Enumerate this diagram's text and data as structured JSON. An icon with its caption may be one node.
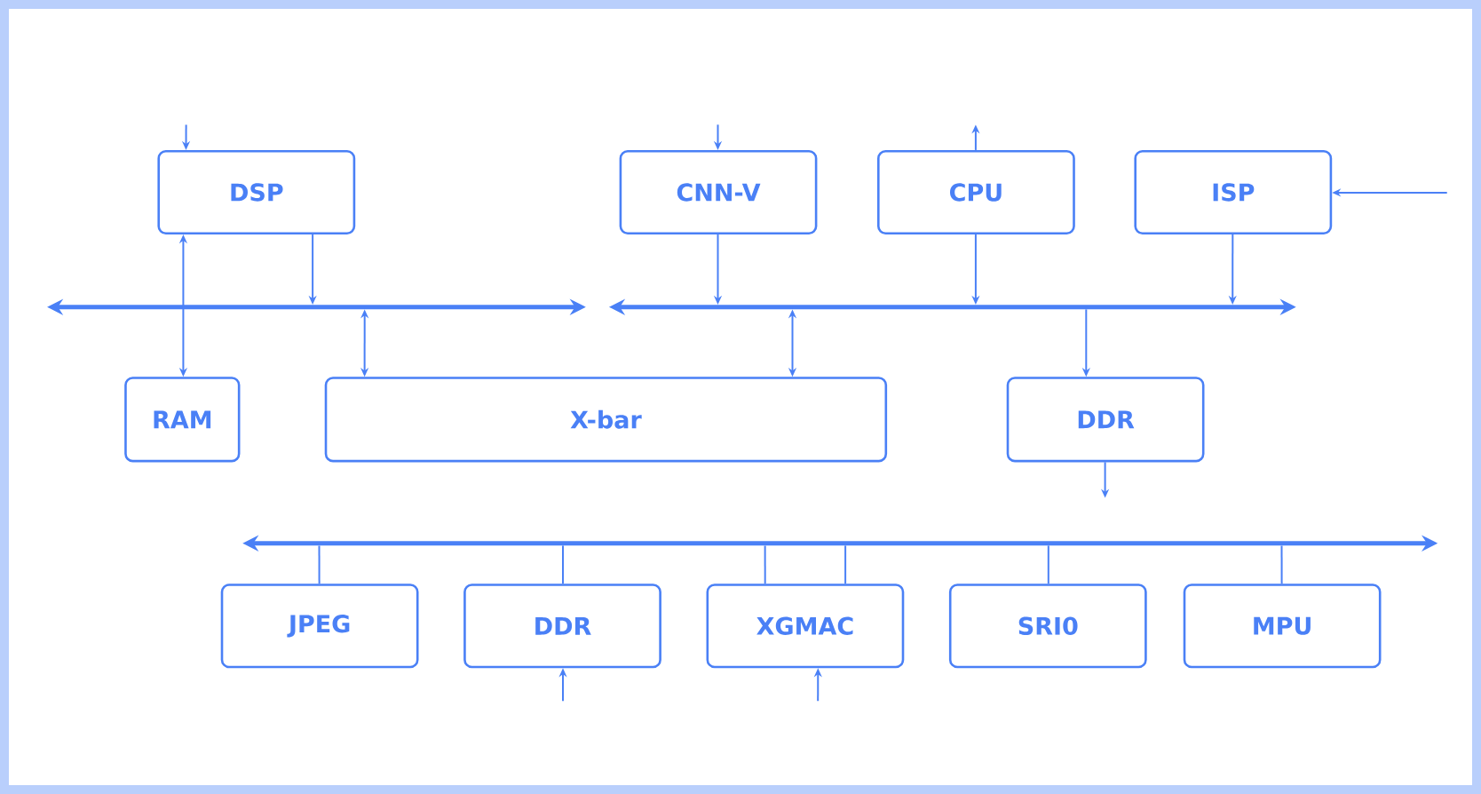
{
  "diagram": {
    "nodes": [
      {
        "text": [
          "DSP"
        ]
      },
      {
        "text": [
          "CNN-V"
        ]
      },
      {
        "text": [
          "CPU"
        ]
      },
      {
        "text": [
          "ISP"
        ]
      },
      {
        "text": [],
        "shape": "bar"
      },
      {
        "text": [],
        "shape": "bar"
      },
      {
        "text": [
          "RAM"
        ]
      },
      {
        "text": [
          "X-bar"
        ]
      },
      {
        "text": [
          "DDR"
        ]
      },
      {
        "text": [],
        "shape": "bar"
      },
      {
        "text": [
          "JPEG"
        ]
      },
      {
        "text": [
          "DDR"
        ]
      },
      {
        "text": [
          "XGMAC"
        ]
      },
      {
        "text": [
          "SRI0"
        ]
      },
      {
        "text": [
          "MPU"
        ]
      }
    ],
    "edges": [
      {
        "from": null,
        "to": 0,
        "arrow": "to"
      },
      {
        "from": 0,
        "to": 4,
        "arrow": "to"
      },
      {
        "from": 0,
        "to": 6,
        "arrow": "both"
      },
      {
        "from": 4,
        "to": 7,
        "arrow": "both"
      },
      {
        "from": null,
        "to": 1,
        "arrow": "to"
      },
      {
        "from": 1,
        "to": 5,
        "arrow": "to"
      },
      {
        "from": 2,
        "to": null,
        "arrow": "to"
      },
      {
        "from": 2,
        "to": 5,
        "arrow": "to"
      },
      {
        "from": null,
        "to": 3,
        "arrow": "to"
      },
      {
        "from": 3,
        "to": 5,
        "arrow": "to"
      },
      {
        "from": 5,
        "to": 7,
        "arrow": "both"
      },
      {
        "from": 5,
        "to": 8,
        "arrow": "to"
      },
      {
        "from": 8,
        "to": null,
        "arrow": "to"
      },
      {
        "from": 9,
        "to": 10,
        "arrow": "none"
      },
      {
        "from": 9,
        "to": 11,
        "arrow": "none"
      },
      {
        "from": 9,
        "to": 12,
        "arrow": "none"
      },
      {
        "from": 9,
        "to": 12,
        "arrow": "none"
      },
      {
        "from": 9,
        "to": 13,
        "arrow": "none"
      },
      {
        "from": 9,
        "to": 14,
        "arrow": "none"
      },
      {
        "from": null,
        "to": 11,
        "arrow": "to"
      },
      {
        "from": null,
        "to": 12,
        "arrow": "to"
      }
    ]
  }
}
